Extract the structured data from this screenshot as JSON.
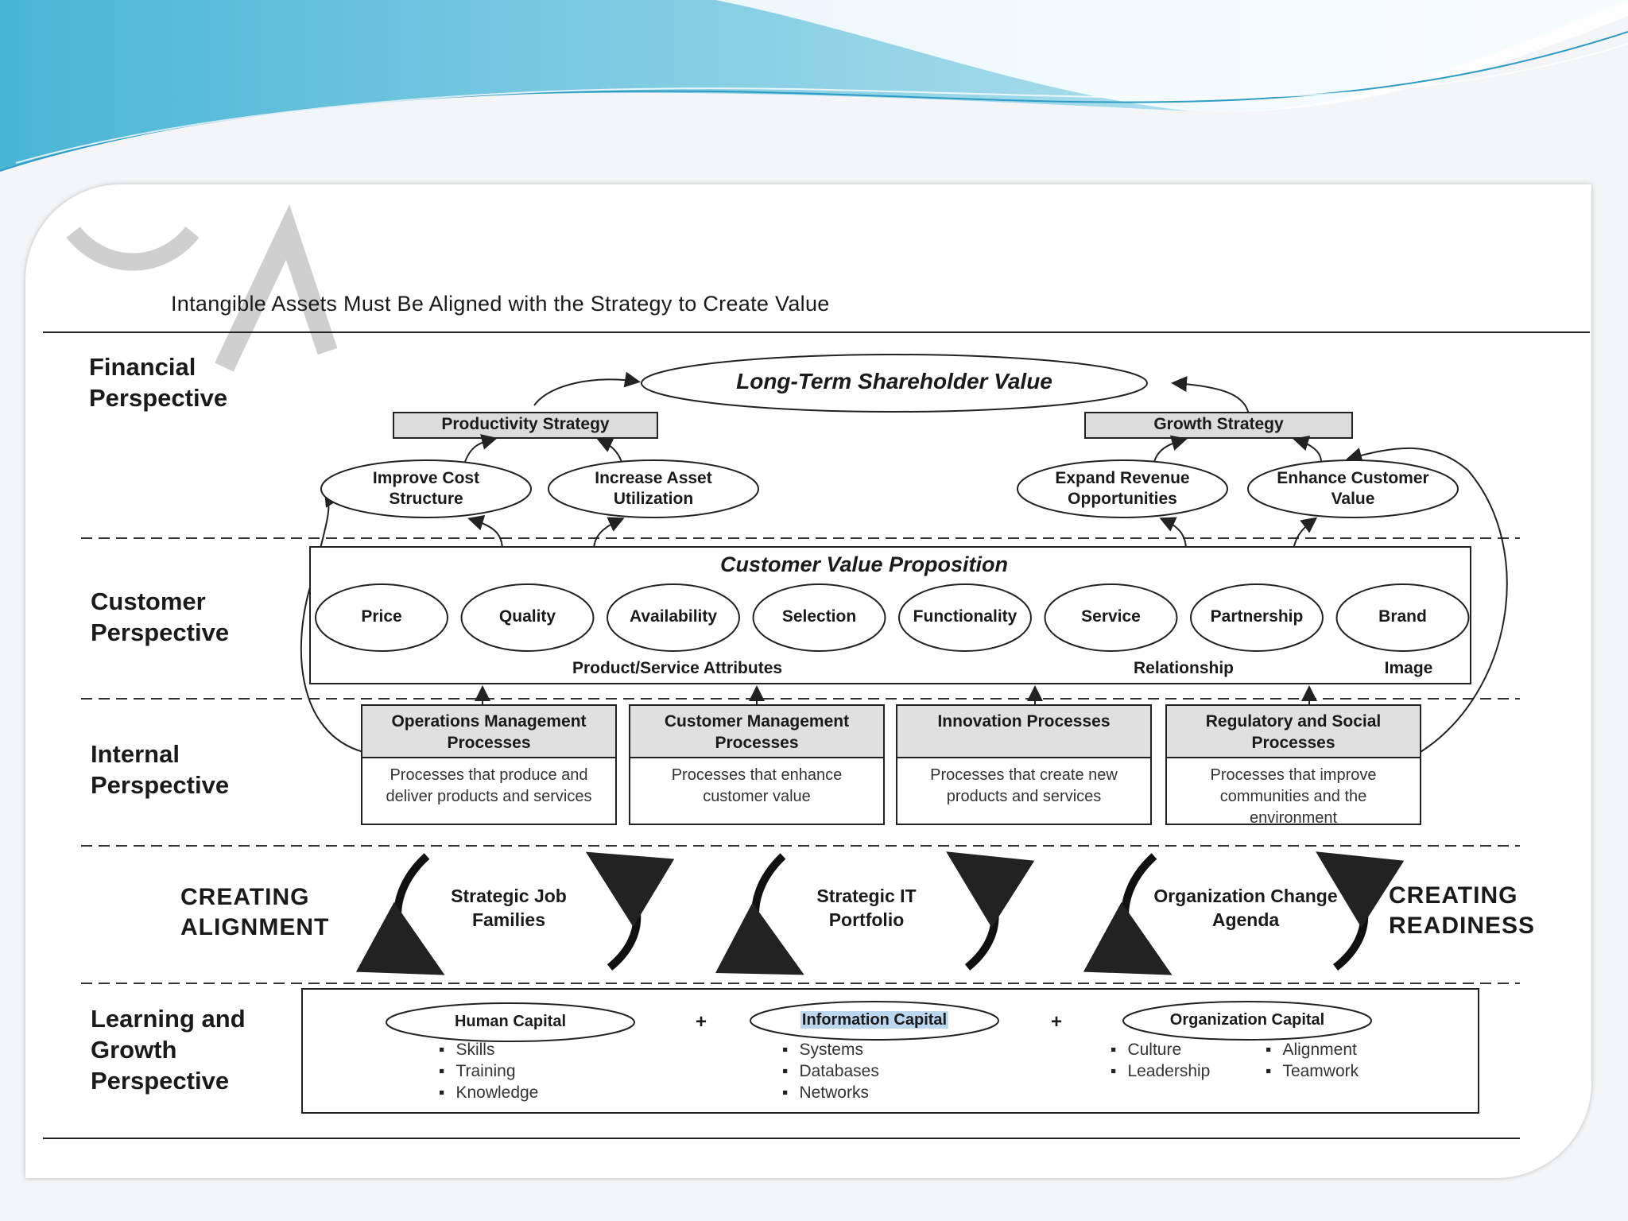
{
  "title": "Intangible Assets Must Be Aligned with the Strategy to Create Value",
  "perspectives": {
    "financial": "Financial Perspective",
    "customer": "Customer Perspective",
    "internal": "Internal Perspective",
    "learning": "Learning and Growth Perspective"
  },
  "financial": {
    "top": "Long-Term Shareholder Value",
    "productivity": "Productivity Strategy",
    "growth": "Growth Strategy",
    "improve_cost": "Improve Cost Structure",
    "increase_asset": "Increase Asset Utilization",
    "expand_revenue": "Expand Revenue Opportunities",
    "enhance_value": "Enhance Customer Value"
  },
  "customer": {
    "title": "Customer Value Proposition",
    "attributes": [
      "Price",
      "Quality",
      "Availability",
      "Selection",
      "Functionality",
      "Service",
      "Partnership",
      "Brand"
    ],
    "groups": {
      "product": "Product/Service Attributes",
      "relationship": "Relationship",
      "image": "Image"
    }
  },
  "internal": [
    {
      "header": "Operations Management Processes",
      "desc": "Processes that produce and deliver products and services"
    },
    {
      "header": "Customer Management Processes",
      "desc": "Processes that enhance customer value"
    },
    {
      "header": "Innovation Processes",
      "desc": "Processes that create new products and services"
    },
    {
      "header": "Regulatory and Social Processes",
      "desc": "Processes that improve communities and the environment"
    }
  ],
  "alignment": {
    "left": "CREATING ALIGNMENT",
    "right": "CREATING READINESS",
    "items": [
      "Strategic Job Families",
      "Strategic IT Portfolio",
      "Organization Change Agenda"
    ]
  },
  "learning": {
    "human": {
      "title": "Human Capital",
      "items": [
        "Skills",
        "Training",
        "Knowledge"
      ]
    },
    "information": {
      "title": "Information Capital",
      "items": [
        "Systems",
        "Databases",
        "Networks"
      ]
    },
    "organization": {
      "title": "Organization Capital",
      "items": [
        "Culture",
        "Leadership",
        "Alignment",
        "Teamwork"
      ]
    },
    "plus": "+"
  }
}
